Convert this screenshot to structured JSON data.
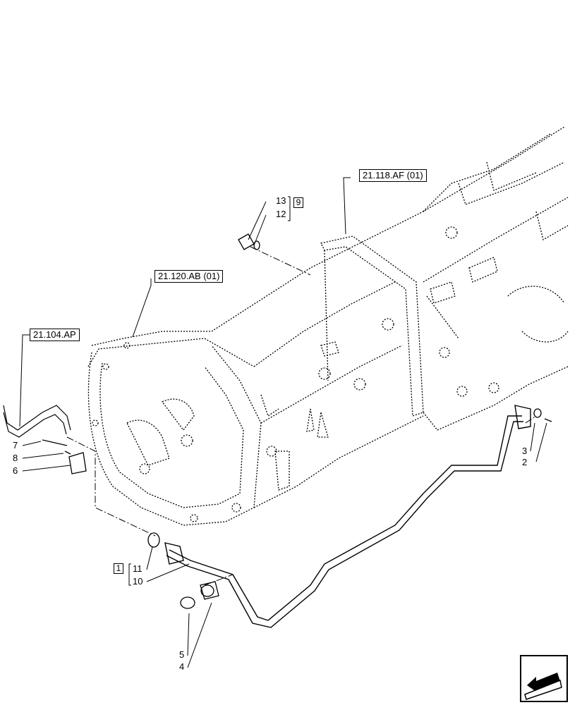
{
  "references": {
    "ref_top": "21.118.AF (01)",
    "ref_mid": "21.120.AB (01)",
    "ref_left": "21.104.AP"
  },
  "callouts": {
    "c13": "13",
    "c12": "12",
    "c9": "9",
    "c7": "7",
    "c8": "8",
    "c6": "6",
    "c3": "3",
    "c2": "2",
    "c1": "1",
    "c11": "11",
    "c10": "10",
    "c5": "5",
    "c4": "4"
  },
  "icons": {
    "nav": "arrow-back-icon"
  },
  "colors": {
    "line": "#000000",
    "background": "#ffffff"
  }
}
